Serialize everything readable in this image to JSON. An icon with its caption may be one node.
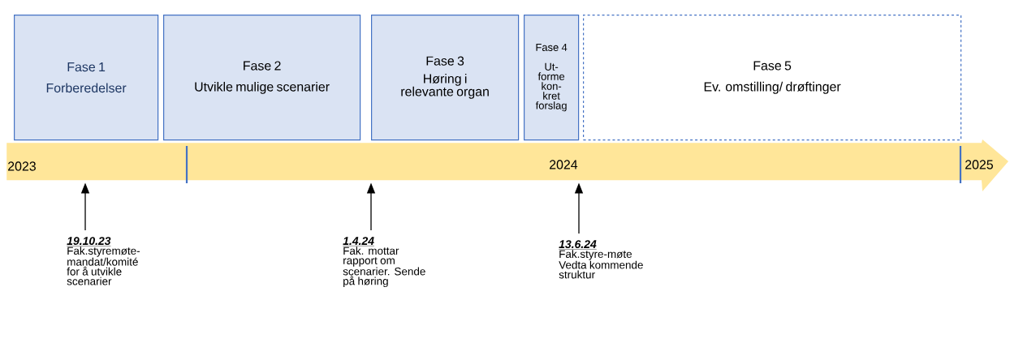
{
  "diagram": {
    "nodes": [
      {
        "text": [
          "Fase 1",
          "Forberedelser"
        ]
      },
      {
        "text": [
          "Fase 2",
          "Utvikle mulige scenarier"
        ]
      },
      {
        "text": [
          "Fase 3",
          "Høring i relevante organ"
        ]
      },
      {
        "text": [
          "Fase 4",
          "Ut- forme kon- kret forslag"
        ]
      },
      {
        "text": [
          "Fase 5",
          "Ev. omstilling/ drøftinger"
        ]
      },
      {
        "text": [
          "19.10.23",
          "Fak.styremøte- mandat/komité for å utvikle scenarier"
        ]
      },
      {
        "text": [
          "1.4.24",
          "Fak. mottar rapport om scenarier. Sende på høring"
        ]
      },
      {
        "text": [
          "13.6.24",
          "Fak.styre-møte Vedta kommende struktur"
        ]
      },
      {
        "text": [],
        "shape": "bar"
      }
    ],
    "edges": [
      {
        "from": 5,
        "to": 8,
        "arrow": "to"
      },
      {
        "from": 6,
        "to": 8,
        "arrow": "to"
      },
      {
        "from": 7,
        "to": 8,
        "arrow": "to"
      }
    ],
    "labels": [
      "2023",
      "2024",
      "2025"
    ]
  }
}
